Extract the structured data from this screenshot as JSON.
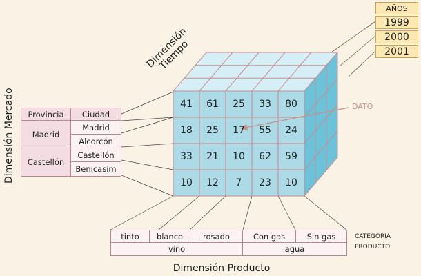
{
  "axes": {
    "tiempo_line1": "Dimensión",
    "tiempo_line2": "Tiempo",
    "mercado": "Dimensión Mercado",
    "producto": "Dimensión Producto"
  },
  "years": {
    "header": "AÑOS",
    "values": [
      "1999",
      "2000",
      "2001"
    ]
  },
  "dato_label": "DATO",
  "cube": {
    "values": [
      [
        41,
        61,
        25,
        33,
        80
      ],
      [
        18,
        25,
        17,
        55,
        24
      ],
      [
        33,
        21,
        10,
        62,
        59
      ],
      [
        10,
        12,
        7,
        23,
        10
      ]
    ]
  },
  "mercado": {
    "header_provincia": "Provincia",
    "header_ciudad": "Ciudad",
    "provinces": [
      {
        "name": "Madrid",
        "cities": [
          "Madrid",
          "Alcorcón"
        ]
      },
      {
        "name": "Castellón",
        "cities": [
          "Castellón",
          "Benicasim"
        ]
      }
    ]
  },
  "producto": {
    "items": [
      "tinto",
      "blanco",
      "rosado",
      "Con gas",
      "Sin gas"
    ],
    "groups": [
      "vino",
      "agua"
    ],
    "category_line1": "CATEGORÍA",
    "category_line2": "PRODUCTO"
  },
  "colors": {
    "cube_front": "#acdbe7",
    "cube_top": "#d6eef5",
    "cube_side": "#6cc3d9",
    "grid": "#c88a8f",
    "years_box": "#fde8b4",
    "table_header": "#f3dde2",
    "dato": "#c9908a"
  }
}
